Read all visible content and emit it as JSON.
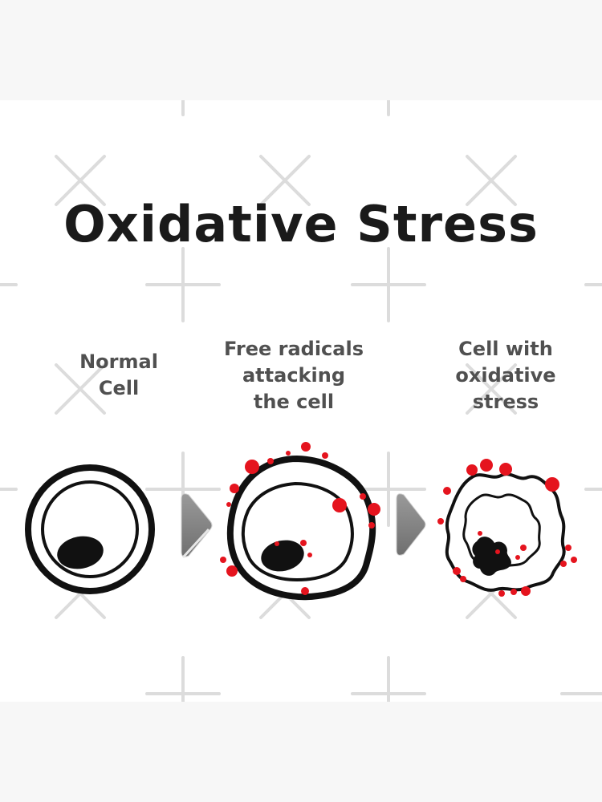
{
  "title": "Oxidative Stress",
  "stages": [
    {
      "lines": [
        "Normal",
        "Cell"
      ]
    },
    {
      "lines": [
        "Free radicals",
        "attacking",
        "the cell"
      ]
    },
    {
      "lines": [
        "Cell with",
        "oxidative",
        "stress"
      ]
    }
  ],
  "colors": {
    "outline": "#111111",
    "free_radical": "#e5141e",
    "arrow": "#8a8a8a",
    "label": "#505050",
    "title": "#1a1a1a",
    "watermark": "#dcdcdc"
  },
  "icons": {
    "arrow": "triangle-arrow-right-icon"
  }
}
